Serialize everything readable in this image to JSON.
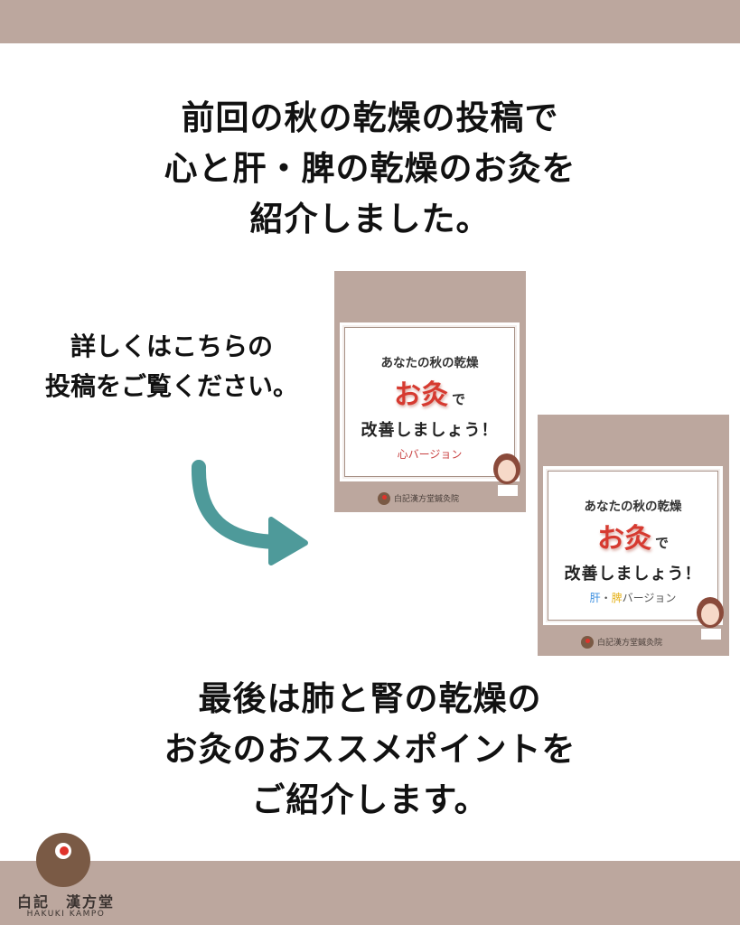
{
  "heading_top": [
    "前回の秋の乾燥の投稿で",
    "心と肝・脾の乾燥のお灸を",
    "紹介しました。"
  ],
  "side_text": [
    "詳しくはこちらの",
    "投稿をご覧ください。"
  ],
  "heading_bottom": [
    "最後は肺と腎の乾燥の",
    "お灸のおススメポイントを",
    "ご紹介します。"
  ],
  "thumbs": [
    {
      "line1": "あなたの秋の乾燥",
      "big": "お灸",
      "de": "で",
      "line3": "改善しましょう！",
      "version": "心バージョン",
      "clinic": "白記漢方堂鍼灸院"
    },
    {
      "line1": "あなたの秋の乾燥",
      "big": "お灸",
      "de": "で",
      "line3": "改善しましょう！",
      "v_a": "肝",
      "v_dot": "・",
      "v_b": "脾",
      "v_rest": "バージョン",
      "clinic": "白記漢方堂鍼灸院"
    }
  ],
  "logo": {
    "name": "白記　漢方堂",
    "sub": "HAKUKI KAMPO"
  },
  "colors": {
    "band": "#bca79e",
    "arrow": "#4e9a9a",
    "accent": "#d63a30"
  }
}
